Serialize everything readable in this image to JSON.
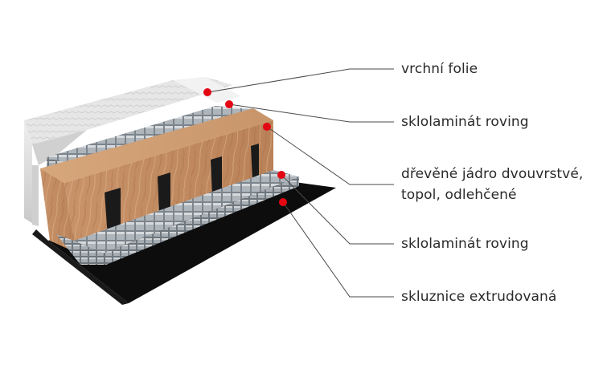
{
  "diagram": {
    "layers": [
      {
        "id": "top-foil",
        "label": "vrchní folie"
      },
      {
        "id": "upper-fiberglass",
        "label": "sklolaminát roving"
      },
      {
        "id": "wood-core",
        "label": "dřevěné jádro dvouvrstvé,",
        "label_line2": "topol, odlehčené"
      },
      {
        "id": "lower-fiberglass",
        "label": "sklolaminát roving"
      },
      {
        "id": "base",
        "label": "skluznice extrudovaná"
      }
    ],
    "marker_color": "#e30613",
    "leader_color": "#4a4a4a"
  }
}
